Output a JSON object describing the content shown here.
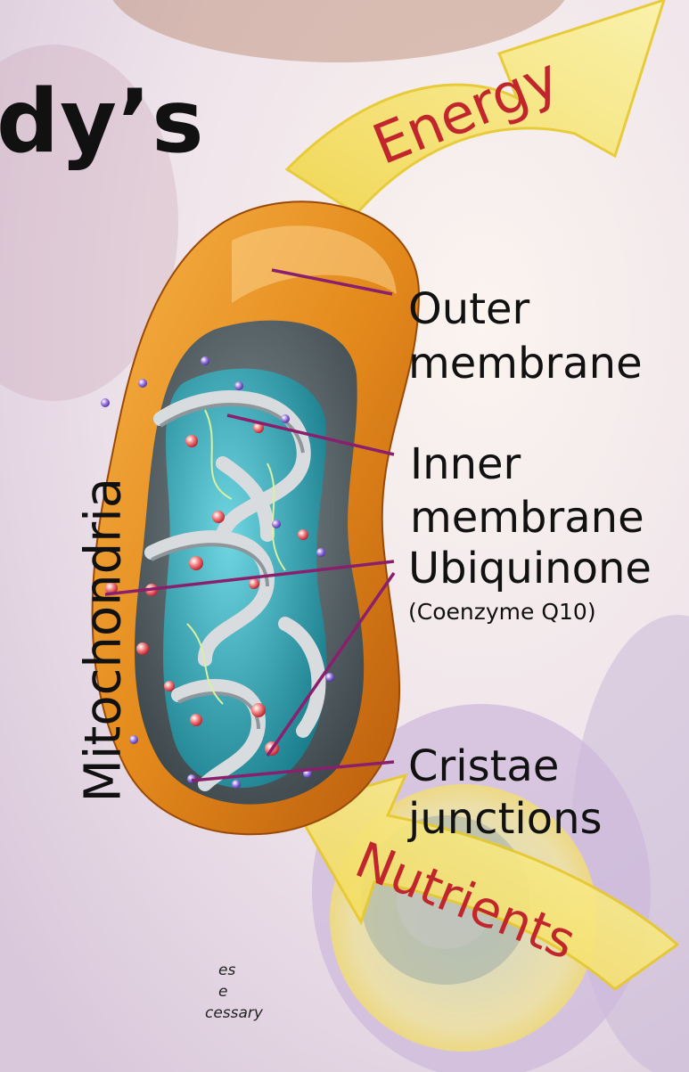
{
  "heading": "dy’s",
  "labels": {
    "outer_membrane": [
      "Outer",
      "membrane"
    ],
    "inner_membrane": [
      "Inner",
      "membrane"
    ],
    "ubiquinone": "Ubiquinone",
    "ubiquinone_sub": "(Coenzyme Q10)",
    "cristae": [
      "Cristae",
      "junctions"
    ]
  },
  "organelle_label": "Mitochondria",
  "arrows": {
    "energy": "Energy",
    "nutrients": "Nutrients"
  },
  "caption_lines": [
    "es",
    "e",
    "cessary"
  ],
  "colors": {
    "membrane_orange": "#e8901e",
    "matrix_teal": "#2aa6b8",
    "arrow_yellow": "#f6e86a",
    "pointer_line": "#8a1f6e",
    "arrow_text": "#c0262c"
  }
}
